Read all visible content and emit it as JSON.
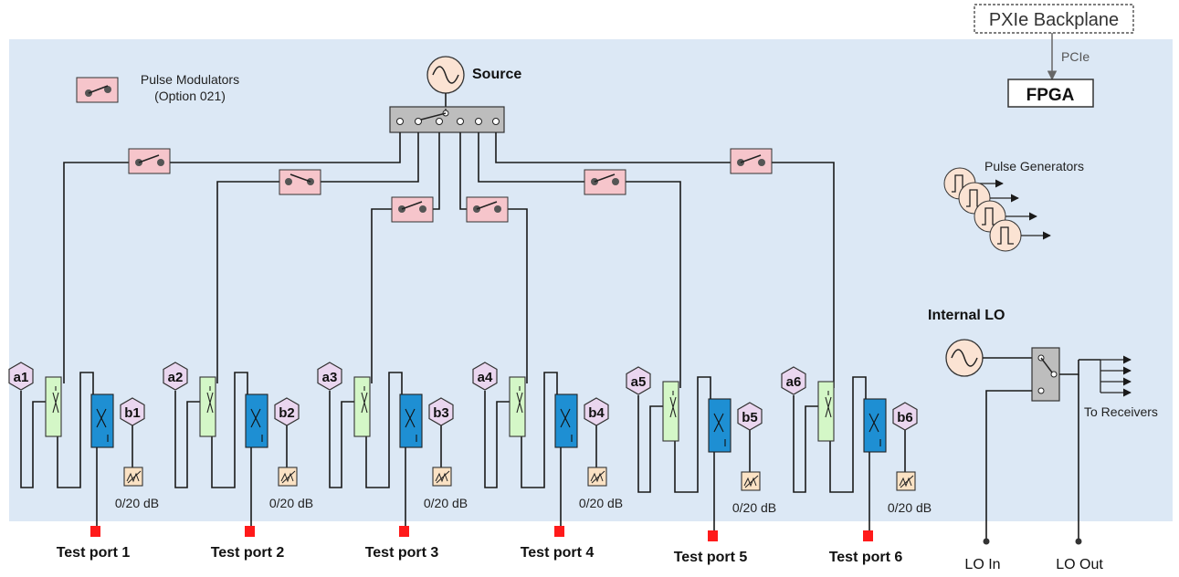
{
  "colors": {
    "panel": "#dce8f5",
    "modulator": "#f6c5cb",
    "source_fill": "#fbe3d3",
    "switch_box": "#bdbdbd",
    "receiver_hex": "#ead6ef",
    "coupler_green": "#d4f7c7",
    "coupler_blue": "#1e8fd3",
    "attenuator": "#fbe2c4",
    "port_red": "#ff1a1a"
  },
  "icons": [
    "sine-wave-icon",
    "switch-icon",
    "pulse-icon",
    "coupler-icon",
    "attenuator-icon"
  ],
  "backplane": {
    "label": "PXIe Backplane",
    "bus_label": "PCIe"
  },
  "fpga": {
    "label": "FPGA"
  },
  "source": {
    "label": "Source"
  },
  "legend": {
    "line1": "Pulse Modulators",
    "line2": "(Option 021)"
  },
  "pulse_generators": {
    "label": "Pulse Generators"
  },
  "internal_lo": {
    "label": "Internal LO",
    "receivers_label": "To Receivers",
    "lo_in": "LO In",
    "lo_out": "LO Out"
  },
  "channels": [
    {
      "a": "a1",
      "b": "b1",
      "att": "0/20 dB",
      "port": "Test port 1"
    },
    {
      "a": "a2",
      "b": "b2",
      "att": "0/20 dB",
      "port": "Test port 2"
    },
    {
      "a": "a3",
      "b": "b3",
      "att": "0/20 dB",
      "port": "Test port 3"
    },
    {
      "a": "a4",
      "b": "b4",
      "att": "0/20 dB",
      "port": "Test port 4"
    },
    {
      "a": "a5",
      "b": "b5",
      "att": "0/20 dB",
      "port": "Test port 5"
    },
    {
      "a": "a6",
      "b": "b6",
      "att": "0/20 dB",
      "port": "Test port 6"
    }
  ]
}
